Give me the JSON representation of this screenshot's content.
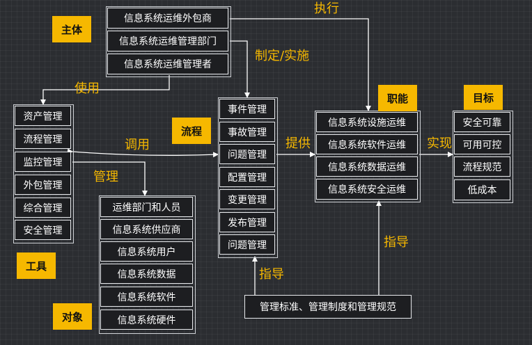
{
  "categories": {
    "subject": "主体",
    "tools": "工具",
    "objects": "对象",
    "process": "流程",
    "functions": "职能",
    "goals": "目标"
  },
  "subject_items": [
    "信息系统运维外包商",
    "信息系统运维管理部门",
    "信息系统运维管理者"
  ],
  "tool_items": [
    "资产管理",
    "流程管理",
    "监控管理",
    "外包管理",
    "综合管理",
    "安全管理"
  ],
  "object_items": [
    "运维部门和人员",
    "信息系统供应商",
    "信息系统用户",
    "信息系统数据",
    "信息系统软件",
    "信息系统硬件"
  ],
  "process_items": [
    "事件管理",
    "事故管理",
    "问题管理",
    "配置管理",
    "变更管理",
    "发布管理",
    "问题管理"
  ],
  "function_items": [
    "信息系统设施运维",
    "信息系统软件运维",
    "信息系统数据运维",
    "信息系统安全运维"
  ],
  "goal_items": [
    "安全可靠",
    "可用可控",
    "流程规范",
    "低成本"
  ],
  "standards_box": "管理标准、管理制度和管理规范",
  "relations": {
    "execute": "执行",
    "formulate": "制定/实施",
    "use": "使用",
    "invoke": "调用",
    "manage": "管理",
    "provide": "提供",
    "realize": "实现",
    "guide_process": "指导",
    "guide_functions": "指导"
  },
  "colors": {
    "accent": "#f6b800",
    "background": "#2b2d31",
    "box_fill": "#1d1e21",
    "line": "#e9ebee"
  }
}
